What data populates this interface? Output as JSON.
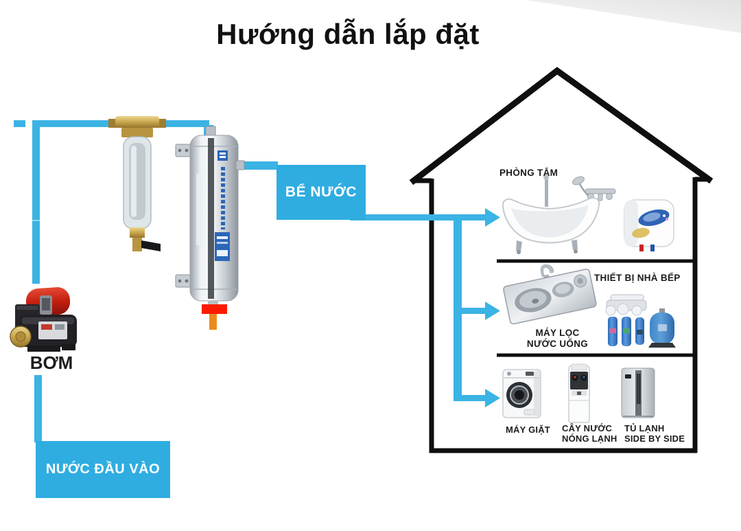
{
  "title": "Hướng dẫn lắp đặt",
  "colors": {
    "pipe": "#3bb3e4",
    "label_box": "#2fade0",
    "house_outline": "#0f0f0f",
    "drain_red": "#fe1a00",
    "drain_orange": "#ea8c1c"
  },
  "supply_line": {
    "pump_label": "BƠM",
    "inlet_label": "NƯỚC ĐẦU VÀO",
    "tank_label": "BỂ NƯỚC",
    "prefilter": "brass-sediment-prefilter",
    "main_filter": "stainless-central-water-filter"
  },
  "house": {
    "floors": [
      {
        "id": "bathroom",
        "label": "PHÒNG TẮM",
        "appliances": [
          "bathtub",
          "shower-set",
          "water-heater"
        ]
      },
      {
        "id": "kitchen",
        "label": "THIẾT BỊ NHÀ BẾP",
        "sub_label": [
          "MÁY LỌC",
          "NƯỚC UỐNG"
        ],
        "appliances": [
          "kitchen-sink",
          "ro-filter",
          "pressure-tank"
        ]
      },
      {
        "id": "ground",
        "appliances": [
          {
            "id": "washing-machine",
            "label": [
              "MÁY GIẶT"
            ]
          },
          {
            "id": "water-dispenser",
            "label": [
              "CÂY NƯỚC",
              "NÓNG LẠNH"
            ]
          },
          {
            "id": "fridge",
            "label": [
              "TỦ LẠNH",
              "SIDE BY SIDE"
            ]
          }
        ]
      }
    ]
  }
}
